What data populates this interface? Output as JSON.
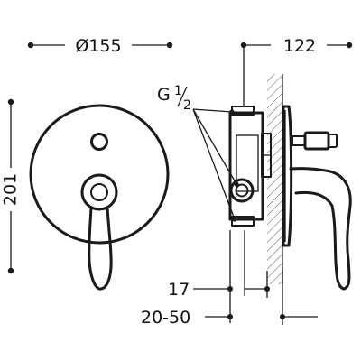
{
  "dimensions": {
    "diameter_label": "Ø155",
    "depth_label": "122",
    "height_label": "201",
    "thread_label_main": "G",
    "thread_label_numerator": "1",
    "thread_label_denominator": "2",
    "offset_label": "17",
    "range_label": "20-50"
  },
  "colors": {
    "line": "#1a1a1a",
    "background": "#ffffff"
  }
}
